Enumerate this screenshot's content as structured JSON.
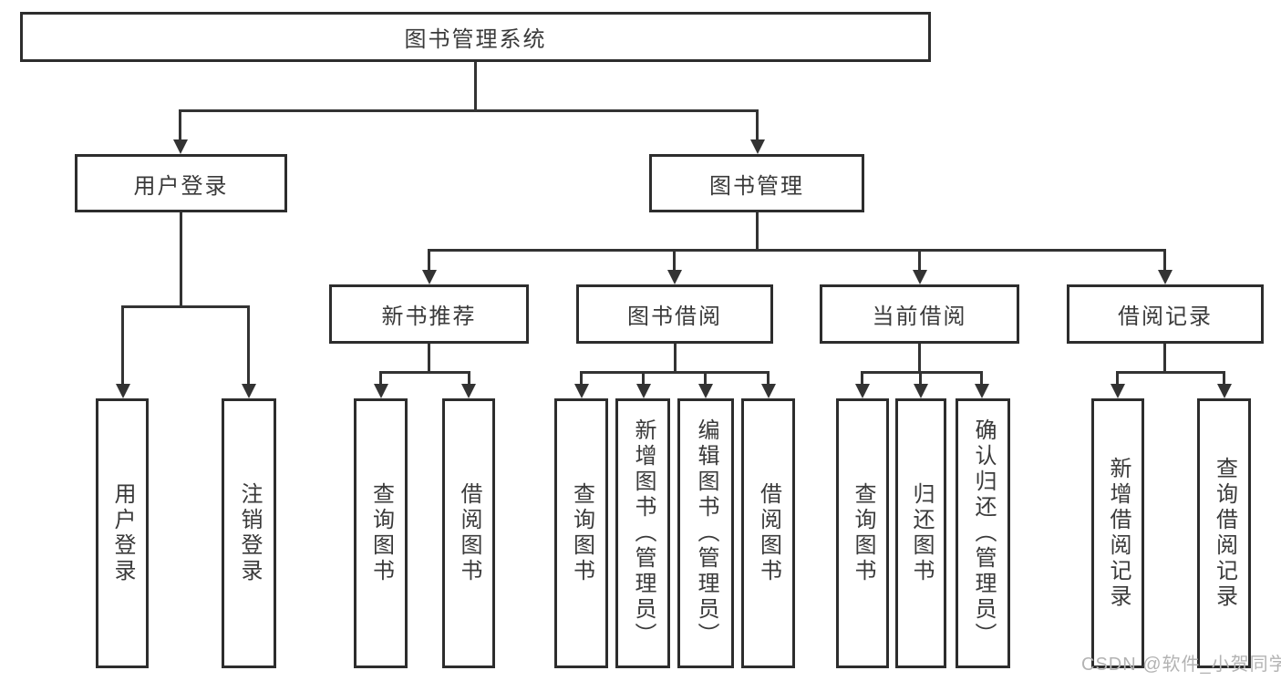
{
  "diagram": {
    "title": "图书管理系统",
    "colors": {
      "line": "#333333",
      "border": "#2d2d2d",
      "text": "#3a3a3a",
      "watermark": "#b3b3b3",
      "background": "#ffffff"
    },
    "nodes": {
      "root": {
        "label": "图书管理系统"
      },
      "user_login": {
        "label": "用户登录",
        "children": [
          {
            "label": "用户登录"
          },
          {
            "label": "注销登录"
          }
        ]
      },
      "book_mgmt": {
        "label": "图书管理"
      },
      "modules": [
        {
          "label": "新书推荐",
          "children": [
            {
              "label": "查询图书"
            },
            {
              "label": "借阅图书"
            }
          ]
        },
        {
          "label": "图书借阅",
          "children": [
            {
              "label": "查询图书"
            },
            {
              "label": "新增图书（管理员）"
            },
            {
              "label": "编辑图书（管理员）"
            },
            {
              "label": "借阅图书"
            }
          ]
        },
        {
          "label": "当前借阅",
          "children": [
            {
              "label": "查询图书"
            },
            {
              "label": "归还图书"
            },
            {
              "label": "确认归还（管理员）"
            }
          ]
        },
        {
          "label": "借阅记录",
          "children": [
            {
              "label": "新增借阅记录"
            },
            {
              "label": "查询借阅记录"
            }
          ]
        }
      ]
    },
    "watermark": "CSDN @软件_小贺同学"
  }
}
